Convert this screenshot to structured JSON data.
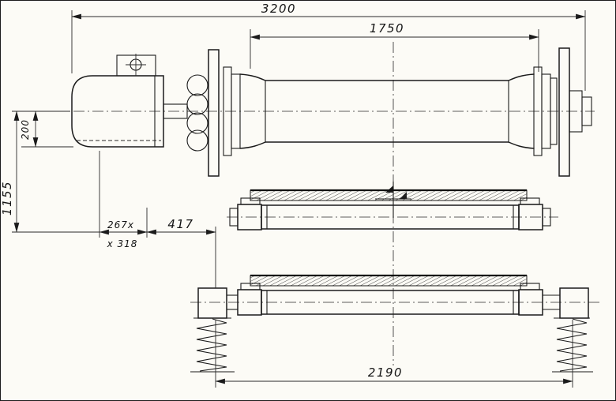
{
  "sheet": {
    "paper_color": "#fcfbf6",
    "ink_color": "#1b1b1b",
    "description": "hand-drawn engineering drawing of a drum machine with motor, two screen rollers and coil springs"
  },
  "labels": {
    "overall_width": "3200",
    "drum_span": "1750",
    "frame_height": "1155",
    "motor_height": "200",
    "dim_267": "267x",
    "dim_318": "x 318",
    "dim_417": "417",
    "base_span": "2190"
  }
}
